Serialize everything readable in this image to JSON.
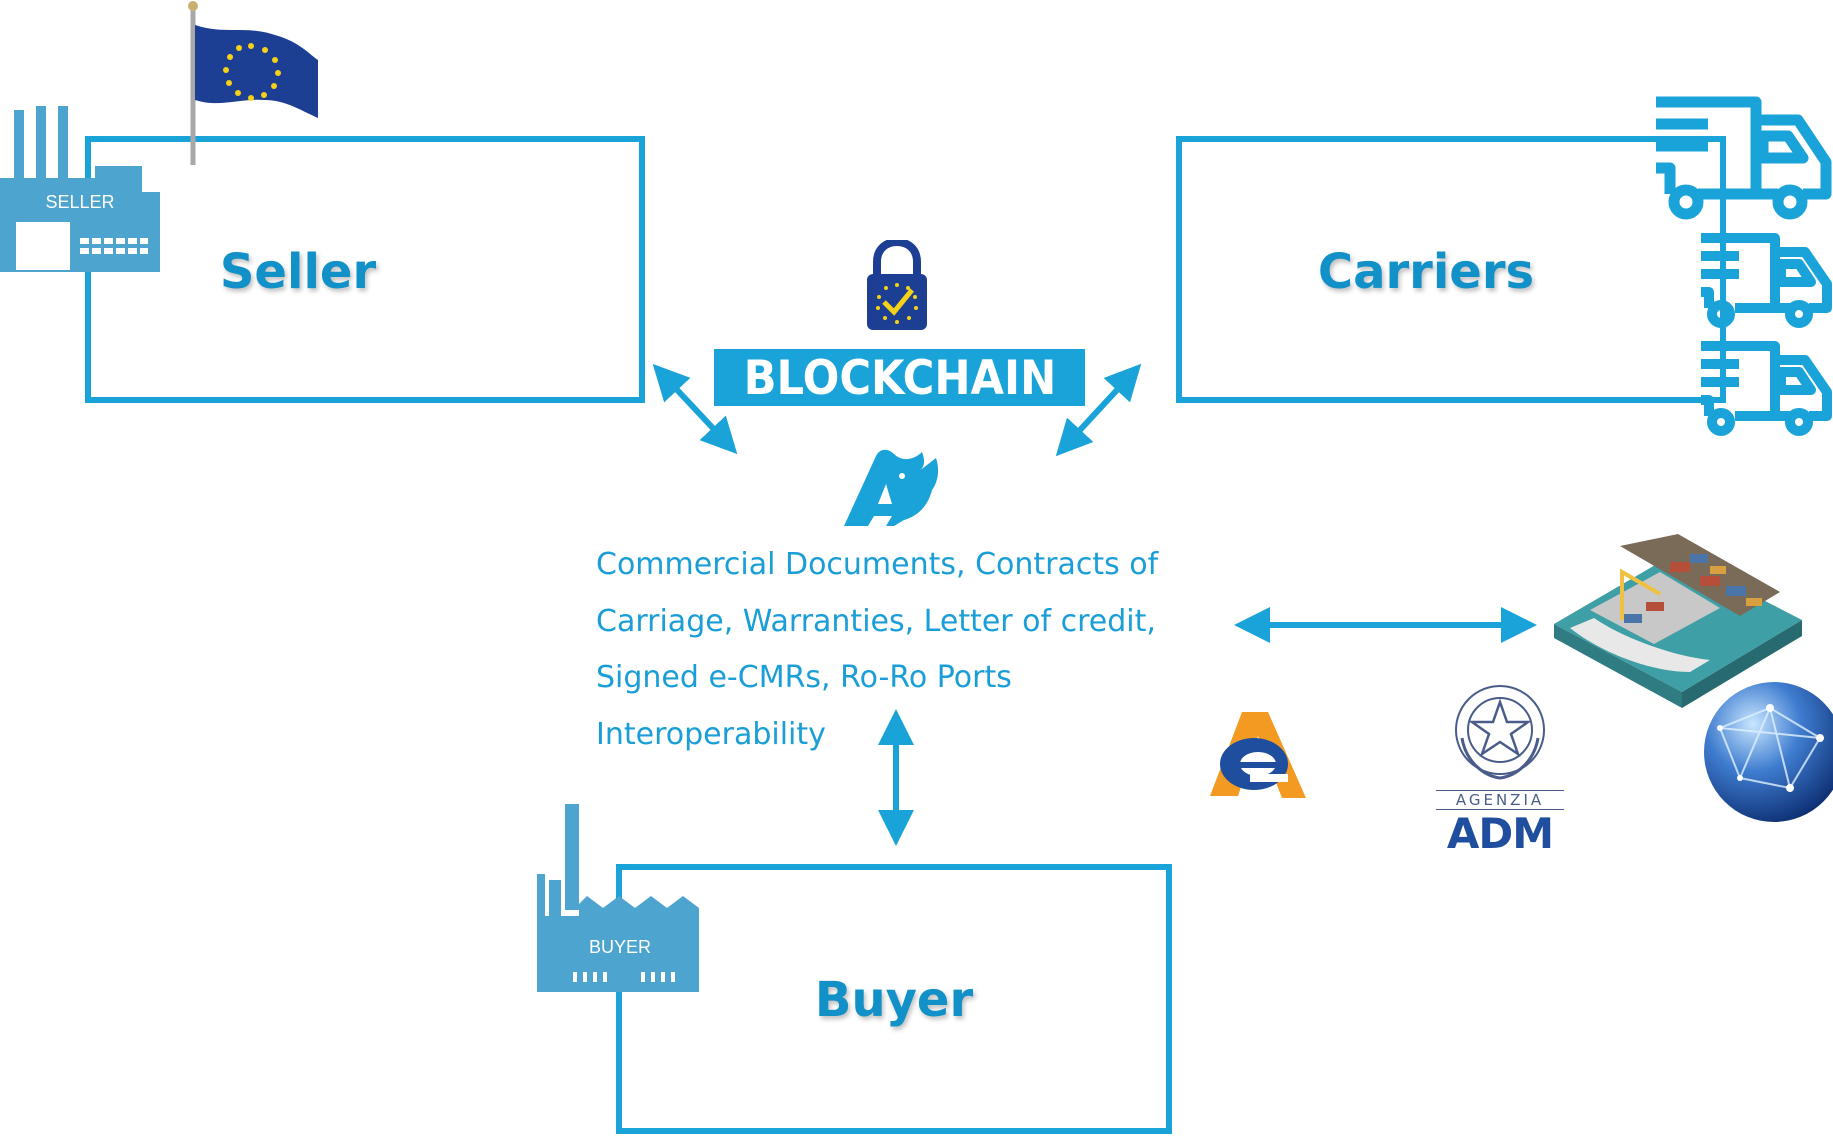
{
  "boxes": {
    "seller": "Seller",
    "carriers": "Carriers",
    "buyer": "Buyer"
  },
  "factories": {
    "seller_label": "SELLER",
    "buyer_label": "BUYER"
  },
  "blockchain": {
    "banner": "BLOCKCHAIN"
  },
  "description": {
    "lines": [
      "Commercial Documents, Contracts of",
      "Carriage, Warranties, Letter of credit,",
      "Signed e-CMRs, Ro-Ro Ports",
      "Interoperability"
    ]
  },
  "adm_logo": {
    "agency": "AGENZIA",
    "name": "ADM"
  },
  "colors": {
    "primary": "#1aa3d8",
    "title": "#1290c8",
    "factory": "#4ca4cf",
    "eu_blue": "#1c3f94",
    "eu_gold": "#f7d117",
    "adm_blue": "#1f4e9e"
  },
  "icons": [
    "eu-flag-icon",
    "seller-factory-icon",
    "blockchain-lock-icon",
    "rhino-logo-icon",
    "truck-icon",
    "buyer-factory-icon",
    "port-ship-icon",
    "agenzia-entrate-logo-icon",
    "adm-emblem-icon",
    "globe-network-icon"
  ]
}
